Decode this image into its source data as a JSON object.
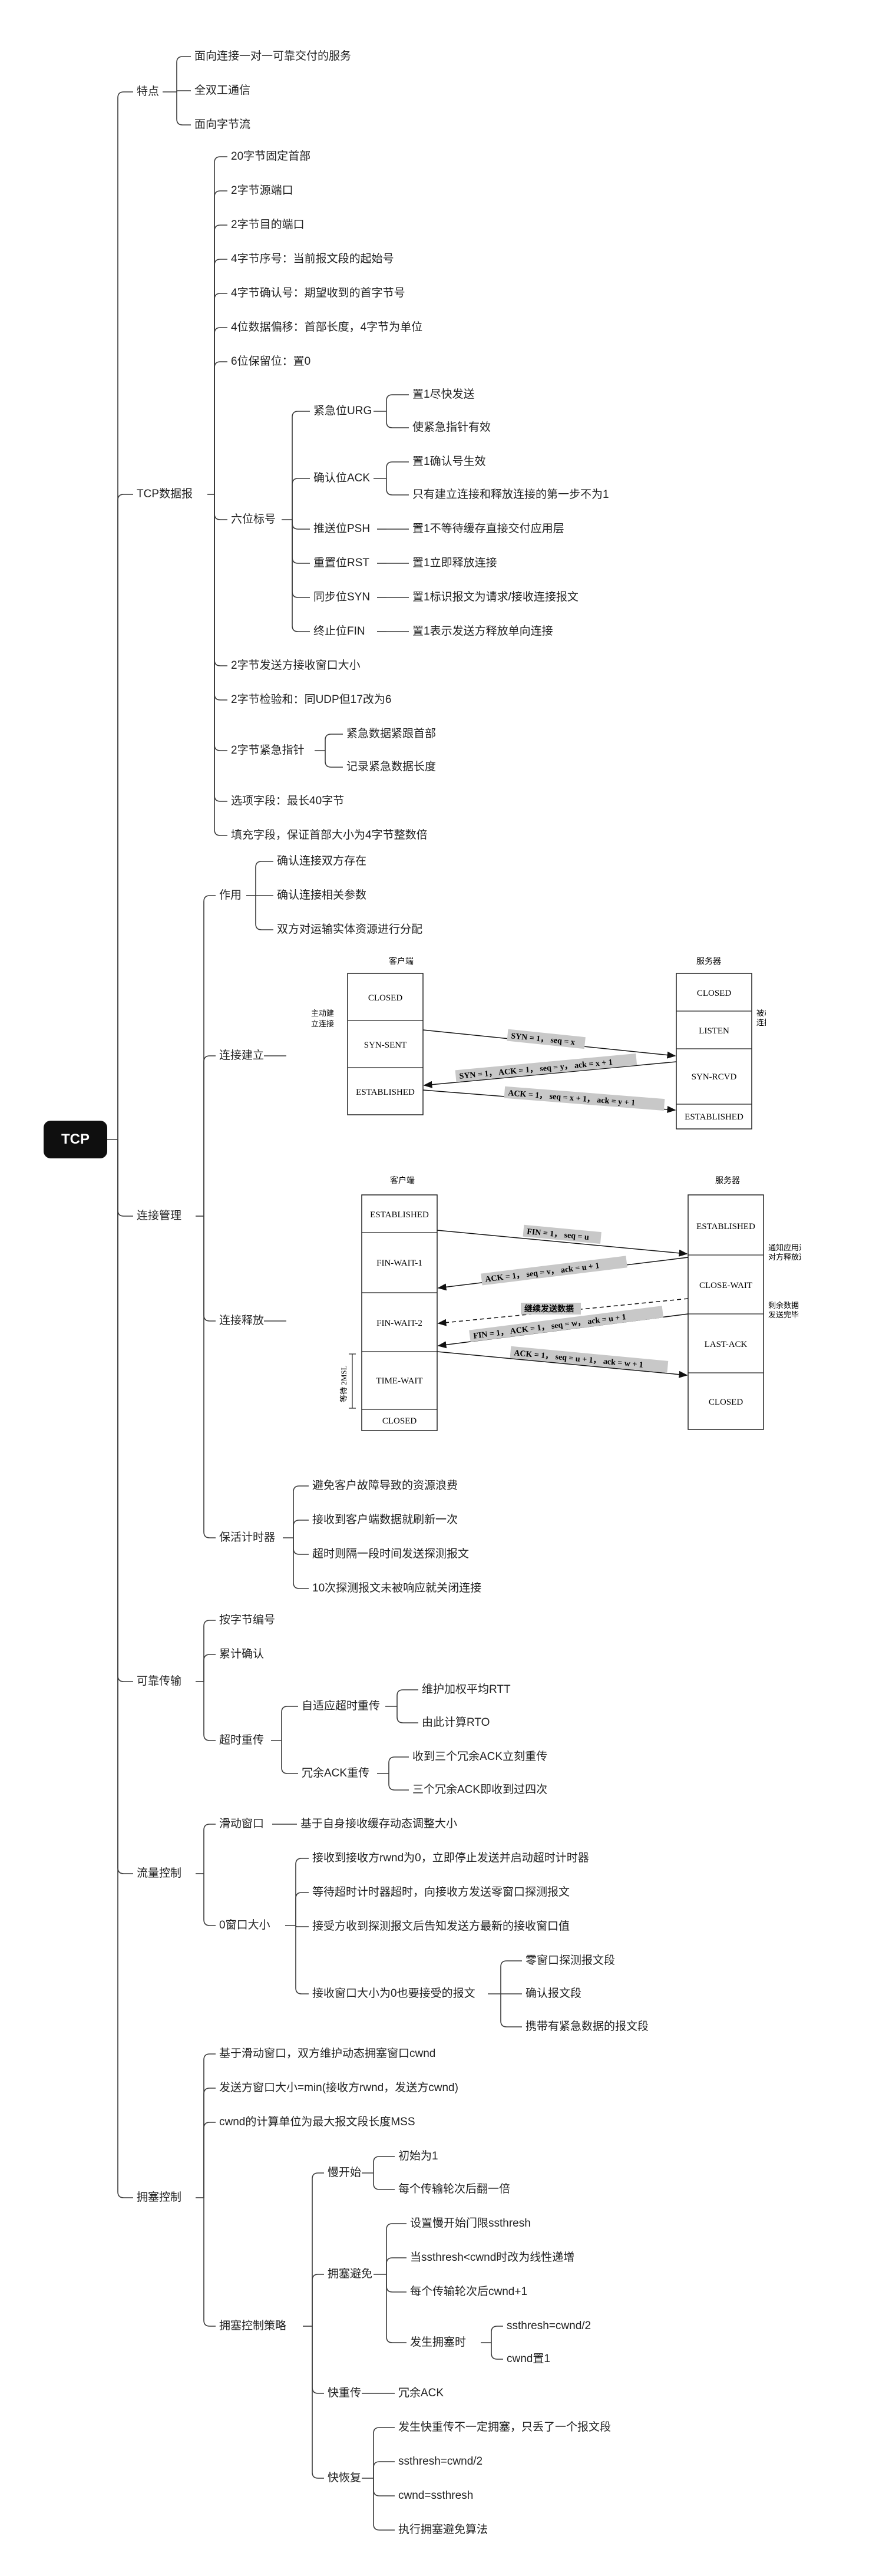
{
  "root": {
    "label": "TCP"
  },
  "features": {
    "label": "特点",
    "items": [
      "面向连接一对一可靠交付的服务",
      "全双工通信",
      "面向字节流"
    ]
  },
  "segment": {
    "label": "TCP数据报",
    "items": [
      "20字节固定首部",
      "2字节源端口",
      "2字节目的端口",
      "4字节序号：当前报文段的起始号",
      "4字节确认号：期望收到的首字节号",
      "4位数据偏移：首部长度，4字节为单位",
      "6位保留位：置0",
      "2字节发送方接收窗口大小",
      "2字节检验和：同UDP但17改为6",
      "选项字段：最长40字节",
      "填充字段，保证首部大小为4字节整数倍"
    ],
    "flags": {
      "label": "六位标号",
      "urg": {
        "label": "紧急位URG",
        "items": [
          "置1尽快发送",
          "使紧急指针有效"
        ]
      },
      "ack": {
        "label": "确认位ACK",
        "items": [
          "置1确认号生效",
          "只有建立连接和释放连接的第一步不为1"
        ]
      },
      "psh": {
        "label": "推送位PSH",
        "desc": "置1不等待缓存直接交付应用层"
      },
      "rst": {
        "label": "重置位RST",
        "desc": "置1立即释放连接"
      },
      "syn": {
        "label": "同步位SYN",
        "desc": "置1标识报文为请求/接收连接报文"
      },
      "fin": {
        "label": "终止位FIN",
        "desc": "置1表示发送方释放单向连接"
      }
    },
    "urgent_ptr": {
      "label": "2字节紧急指针",
      "items": [
        "紧急数据紧跟首部",
        "记录紧急数据长度"
      ]
    }
  },
  "conn": {
    "label": "连接管理",
    "purpose": {
      "label": "作用",
      "items": [
        "确认连接双方存在",
        "确认连接相关参数",
        "双方对运输实体资源进行分配"
      ]
    },
    "establish": {
      "label": "连接建立",
      "client_title": "客户端",
      "server_title": "服务器",
      "client_states": [
        "CLOSED",
        "SYN-SENT",
        "ESTABLISHED"
      ],
      "server_states": [
        "CLOSED",
        "LISTEN",
        "SYN-RCVD",
        "ESTABLISHED"
      ],
      "client_note": [
        "主动建",
        "立连接"
      ],
      "server_note": [
        "被动等待",
        "连接建立"
      ],
      "msgs": [
        "SYN = 1， seq = x",
        "SYN = 1， ACK = 1， seq = y， ack = x + 1",
        "ACK = 1， seq = x + 1， ack = y + 1"
      ]
    },
    "release": {
      "label": "连接释放",
      "client_title": "客户端",
      "server_title": "服务器",
      "client_states": [
        "ESTABLISHED",
        "FIN-WAIT-1",
        "FIN-WAIT-2",
        "TIME-WAIT",
        "CLOSED"
      ],
      "server_states": [
        "ESTABLISHED",
        "CLOSE-WAIT",
        "LAST-ACK",
        "CLOSED"
      ],
      "server_note1": [
        "通知应用进程",
        "对方释放连接"
      ],
      "server_note2": [
        "剩余数据",
        "发送完毕"
      ],
      "wait_label": "等待 2MSL",
      "msgs": [
        "FIN = 1， seq = u",
        "ACK = 1， seq = v， ack = u + 1",
        "继续发送数据",
        "FIN = 1， ACK = 1， seq = w， ack = u + 1",
        "ACK = 1， seq = u + 1， ack = w + 1"
      ]
    },
    "keepalive": {
      "label": "保活计时器",
      "items": [
        "避免客户故障导致的资源浪费",
        "接收到客户端数据就刷新一次",
        "超时则隔一段时间发送探测报文",
        "10次探测报文未被响应就关闭连接"
      ]
    }
  },
  "reliable": {
    "label": "可靠传输",
    "items": [
      "按字节编号",
      "累计确认"
    ],
    "retrans": {
      "label": "超时重传",
      "adaptive": {
        "label": "自适应超时重传",
        "items": [
          "维护加权平均RTT",
          "由此计算RTO"
        ]
      },
      "redundant": {
        "label": "冗余ACK重传",
        "items": [
          "收到三个冗余ACK立刻重传",
          "三个冗余ACK即收到过四次"
        ]
      }
    }
  },
  "flow": {
    "label": "流量控制",
    "sliding": {
      "label": "滑动窗口",
      "desc": "基于自身接收缓存动态调整大小"
    },
    "zero": {
      "label": "0窗口大小",
      "items": [
        "接收到接收方rwnd为0，立即停止发送并启动超时计时器",
        "等待超时计时器超时，向接收方发送零窗口探测报文",
        "接受方收到探测报文后告知发送方最新的接收窗口值"
      ],
      "accept": {
        "label": "接收窗口大小为0也要接受的报文",
        "items": [
          "零窗口探测报文段",
          "确认报文段",
          "携带有紧急数据的报文段"
        ]
      }
    }
  },
  "congestion": {
    "label": "拥塞控制",
    "items": [
      "基于滑动窗口，双方维护动态拥塞窗口cwnd",
      "发送方窗口大小=min(接收方rwnd，发送方cwnd)",
      "cwnd的计算单位为最大报文段长度MSS"
    ],
    "strategy": {
      "label": "拥塞控制策略",
      "slow_start": {
        "label": "慢开始",
        "items": [
          "初始为1",
          "每个传输轮次后翻一倍"
        ]
      },
      "avoid": {
        "label": "拥塞避免",
        "items": [
          "设置慢开始门限ssthresh",
          "当ssthresh<cwnd时改为线性递增",
          "每个传输轮次后cwnd+1"
        ],
        "occur": {
          "label": "发生拥塞时",
          "items": [
            "ssthresh=cwnd/2",
            "cwnd置1"
          ]
        }
      },
      "fast_retrans": {
        "label": "快重传",
        "desc": "冗余ACK"
      },
      "fast_recovery": {
        "label": "快恢复",
        "items": [
          "发生快重传不一定拥塞，只丢了一个报文段",
          "ssthresh=cwnd/2",
          "cwnd=ssthresh",
          "执行拥塞避免算法"
        ]
      }
    }
  }
}
